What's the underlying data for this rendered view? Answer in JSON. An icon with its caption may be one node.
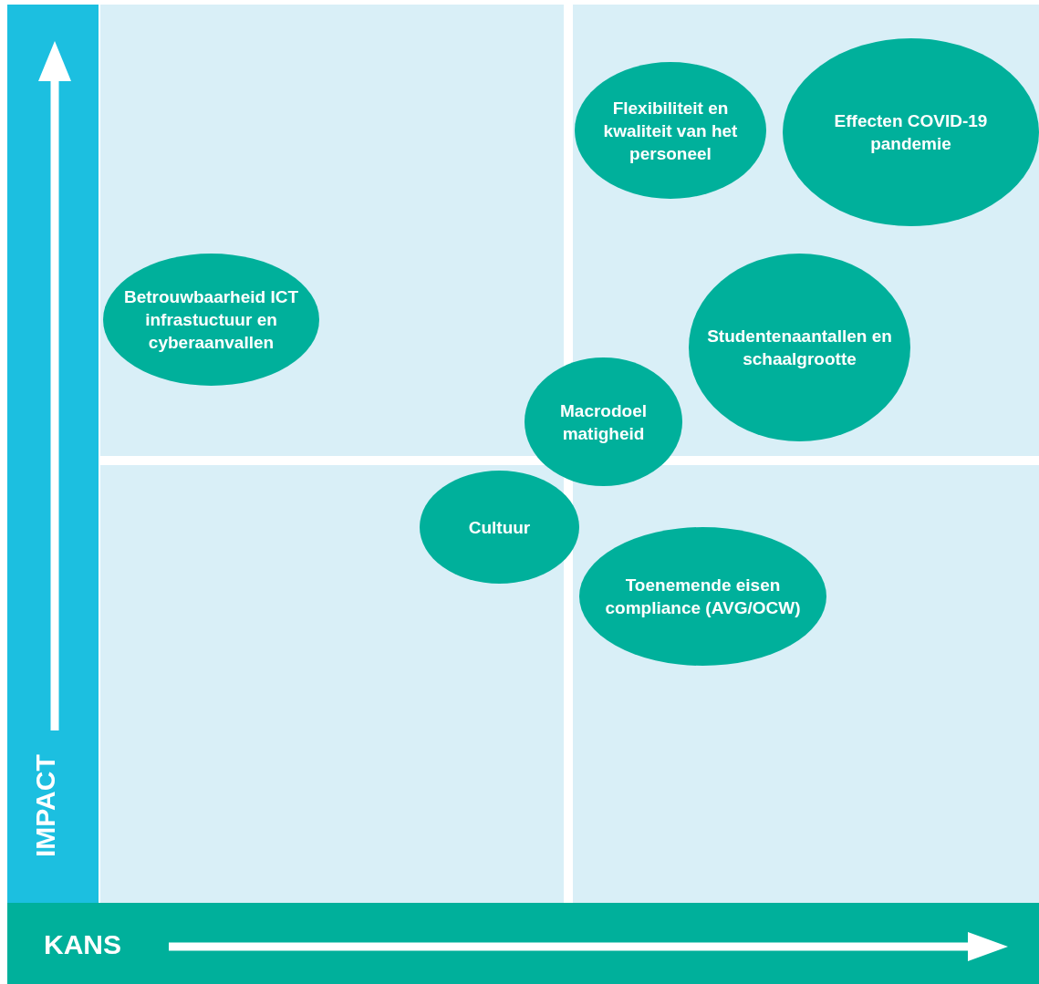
{
  "diagram": {
    "nodes": [
      {
        "text": [
          "Flexibiliteit en kwaliteit van het personeel"
        ]
      },
      {
        "text": [
          "Effecten COVID-19 pandemie"
        ]
      },
      {
        "text": [
          "Betrouwbaarheid ICT infrastuctuur en cyberaanvallen"
        ]
      },
      {
        "text": [
          "Studentenaantallen en schaalgrootte"
        ]
      },
      {
        "text": [
          "Macrodoel matigheid"
        ]
      },
      {
        "text": [
          "Cultuur"
        ]
      },
      {
        "text": [
          "Toenemende eisen compliance (AVG/OCW)"
        ]
      }
    ],
    "labels": [
      "IMPACT",
      "KANS"
    ]
  }
}
